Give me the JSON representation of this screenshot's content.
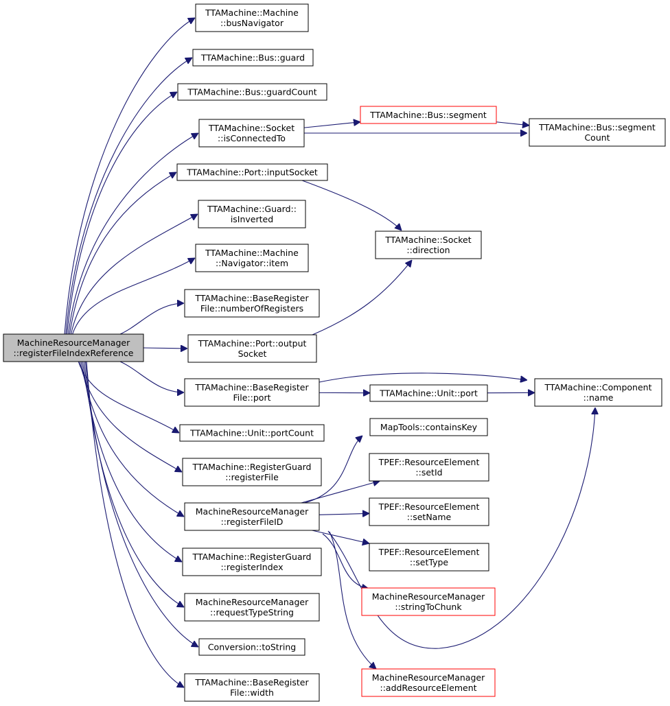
{
  "colors": {
    "edge": "#191970",
    "node_border": "#000000",
    "node_border_truncated": "#ff0000",
    "root_fill": "#bfbfbf",
    "node_fill": "#ffffff"
  },
  "nodes": {
    "root": {
      "lines": [
        "MachineResourceManager",
        "::registerFileIndexReference"
      ],
      "style": "root"
    },
    "busNav": {
      "lines": [
        "TTAMachine::Machine",
        "::busNavigator"
      ]
    },
    "guard": {
      "lines": [
        "TTAMachine::Bus::guard"
      ]
    },
    "guardCount": {
      "lines": [
        "TTAMachine::Bus::guardCount"
      ]
    },
    "isConnected": {
      "lines": [
        "TTAMachine::Socket",
        "::isConnectedTo"
      ]
    },
    "segment": {
      "lines": [
        "TTAMachine::Bus::segment"
      ],
      "style": "truncated"
    },
    "segCount": {
      "lines": [
        "TTAMachine::Bus::segment",
        "Count"
      ]
    },
    "inputSocket": {
      "lines": [
        "TTAMachine::Port::inputSocket"
      ]
    },
    "isInverted": {
      "lines": [
        "TTAMachine::Guard::",
        "isInverted"
      ]
    },
    "direction": {
      "lines": [
        "TTAMachine::Socket",
        "::direction"
      ]
    },
    "navItem": {
      "lines": [
        "TTAMachine::Machine",
        "::Navigator::item"
      ]
    },
    "numRegs": {
      "lines": [
        "TTAMachine::BaseRegister",
        "File::numberOfRegisters"
      ]
    },
    "outSocket": {
      "lines": [
        "TTAMachine::Port::output",
        "Socket"
      ]
    },
    "brfPort": {
      "lines": [
        "TTAMachine::BaseRegister",
        "File::port"
      ]
    },
    "unitPort": {
      "lines": [
        "TTAMachine::Unit::port"
      ]
    },
    "compName": {
      "lines": [
        "TTAMachine::Component",
        "::name"
      ]
    },
    "portCount": {
      "lines": [
        "TTAMachine::Unit::portCount"
      ]
    },
    "rgRegFile": {
      "lines": [
        "TTAMachine::RegisterGuard",
        "::registerFile"
      ]
    },
    "containsKey": {
      "lines": [
        "MapTools::containsKey"
      ]
    },
    "setId": {
      "lines": [
        "TPEF::ResourceElement",
        "::setId"
      ]
    },
    "regFileID": {
      "lines": [
        "MachineResourceManager",
        "::registerFileID"
      ]
    },
    "setName": {
      "lines": [
        "TPEF::ResourceElement",
        "::setName"
      ]
    },
    "setType": {
      "lines": [
        "TPEF::ResourceElement",
        "::setType"
      ]
    },
    "rgRegIndex": {
      "lines": [
        "TTAMachine::RegisterGuard",
        "::registerIndex"
      ]
    },
    "strToChunk": {
      "lines": [
        "MachineResourceManager",
        "::stringToChunk"
      ],
      "style": "truncated"
    },
    "reqType": {
      "lines": [
        "MachineResourceManager",
        "::requestTypeString"
      ]
    },
    "toString": {
      "lines": [
        "Conversion::toString"
      ]
    },
    "addRes": {
      "lines": [
        "MachineResourceManager",
        "::addResourceElement"
      ],
      "style": "truncated"
    },
    "brfWidth": {
      "lines": [
        "TTAMachine::BaseRegister",
        "File::width"
      ]
    }
  },
  "edges": [
    [
      "root",
      "busNav"
    ],
    [
      "root",
      "guard"
    ],
    [
      "root",
      "guardCount"
    ],
    [
      "root",
      "isConnected"
    ],
    [
      "root",
      "inputSocket"
    ],
    [
      "root",
      "isInverted"
    ],
    [
      "root",
      "navItem"
    ],
    [
      "root",
      "numRegs"
    ],
    [
      "root",
      "outSocket"
    ],
    [
      "root",
      "brfPort"
    ],
    [
      "root",
      "portCount"
    ],
    [
      "root",
      "rgRegFile"
    ],
    [
      "root",
      "regFileID"
    ],
    [
      "root",
      "rgRegIndex"
    ],
    [
      "root",
      "reqType"
    ],
    [
      "root",
      "toString"
    ],
    [
      "root",
      "brfWidth"
    ],
    [
      "isConnected",
      "segment"
    ],
    [
      "isConnected",
      "segCount"
    ],
    [
      "segment",
      "segCount"
    ],
    [
      "inputSocket",
      "direction"
    ],
    [
      "outSocket",
      "direction"
    ],
    [
      "brfPort",
      "unitPort"
    ],
    [
      "brfPort",
      "compName"
    ],
    [
      "unitPort",
      "compName"
    ],
    [
      "regFileID",
      "containsKey"
    ],
    [
      "regFileID",
      "setId"
    ],
    [
      "regFileID",
      "setName"
    ],
    [
      "regFileID",
      "setType"
    ],
    [
      "regFileID",
      "strToChunk"
    ],
    [
      "regFileID",
      "addRes"
    ],
    [
      "regFileID",
      "compName"
    ]
  ]
}
